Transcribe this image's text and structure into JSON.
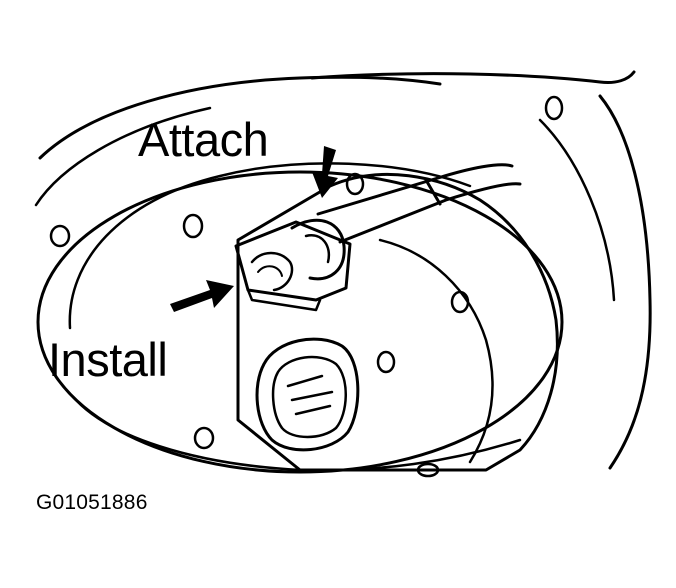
{
  "callouts": {
    "attach": "Attach",
    "install": "Install"
  },
  "figure_id": "G01051886",
  "colors": {
    "line": "#000000",
    "background": "#ffffff"
  }
}
